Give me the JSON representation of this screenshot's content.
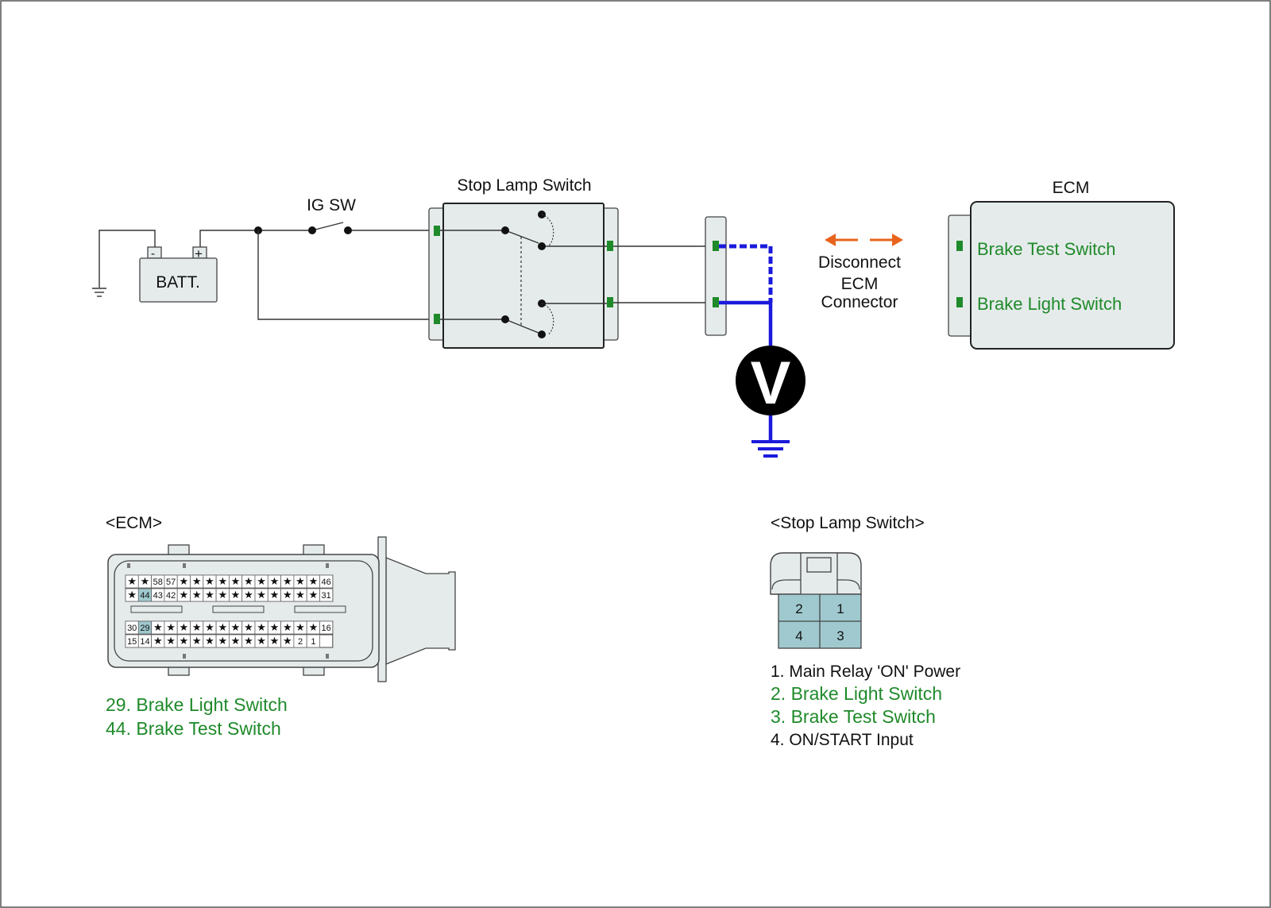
{
  "labels": {
    "batt": "BATT.",
    "batt_minus": "-",
    "batt_plus": "+",
    "ig_sw": "IG SW",
    "stop_lamp_switch": "Stop Lamp Switch",
    "ecm": "ECM",
    "disconnect_line1": "Disconnect",
    "disconnect_line2": "ECM",
    "disconnect_line3": "Connector",
    "voltmeter": "V",
    "ecm_pin_brake_test": "Brake Test Switch",
    "ecm_pin_brake_light": "Brake Light Switch"
  },
  "ecm_connector": {
    "title": "<ECM>",
    "row1": [
      "★",
      "★",
      "58",
      "57",
      "★",
      "★",
      "★",
      "★",
      "★",
      "★",
      "★",
      "★",
      "★",
      "★",
      "★",
      "46"
    ],
    "row2": [
      "★",
      "44",
      "43",
      "42",
      "★",
      "★",
      "★",
      "★",
      "★",
      "★",
      "★",
      "★",
      "★",
      "★",
      "★",
      "31"
    ],
    "row3": [
      "30",
      "29",
      "★",
      "★",
      "★",
      "★",
      "★",
      "★",
      "★",
      "★",
      "★",
      "★",
      "★",
      "★",
      "★",
      "16"
    ],
    "row4": [
      "15",
      "14",
      "★",
      "★",
      "★",
      "★",
      "★",
      "★",
      "★",
      "★",
      "★",
      "★",
      "★",
      "2",
      "1"
    ],
    "highlight": [
      "44",
      "29"
    ],
    "legend": [
      "29. Brake Light Switch",
      "44. Brake Test Switch"
    ]
  },
  "stop_lamp_connector": {
    "title": "<Stop Lamp Switch>",
    "pins": [
      "2",
      "1",
      "4",
      "3"
    ],
    "legend": [
      {
        "text": "1. Main Relay 'ON' Power",
        "highlight": false
      },
      {
        "text": "2. Brake Light Switch",
        "highlight": true
      },
      {
        "text": "3. Brake Test Switch",
        "highlight": true
      },
      {
        "text": "4. ON/START Input",
        "highlight": false
      }
    ]
  },
  "colors": {
    "wire": "#333333",
    "probe": "#1a1adc",
    "arrow": "#e8641e",
    "highlight_text": "#1f8a2a",
    "terminal": "#1f8a2a",
    "component_fill": "#e5ebeb",
    "pin_highlight": "#9fc9cf"
  }
}
